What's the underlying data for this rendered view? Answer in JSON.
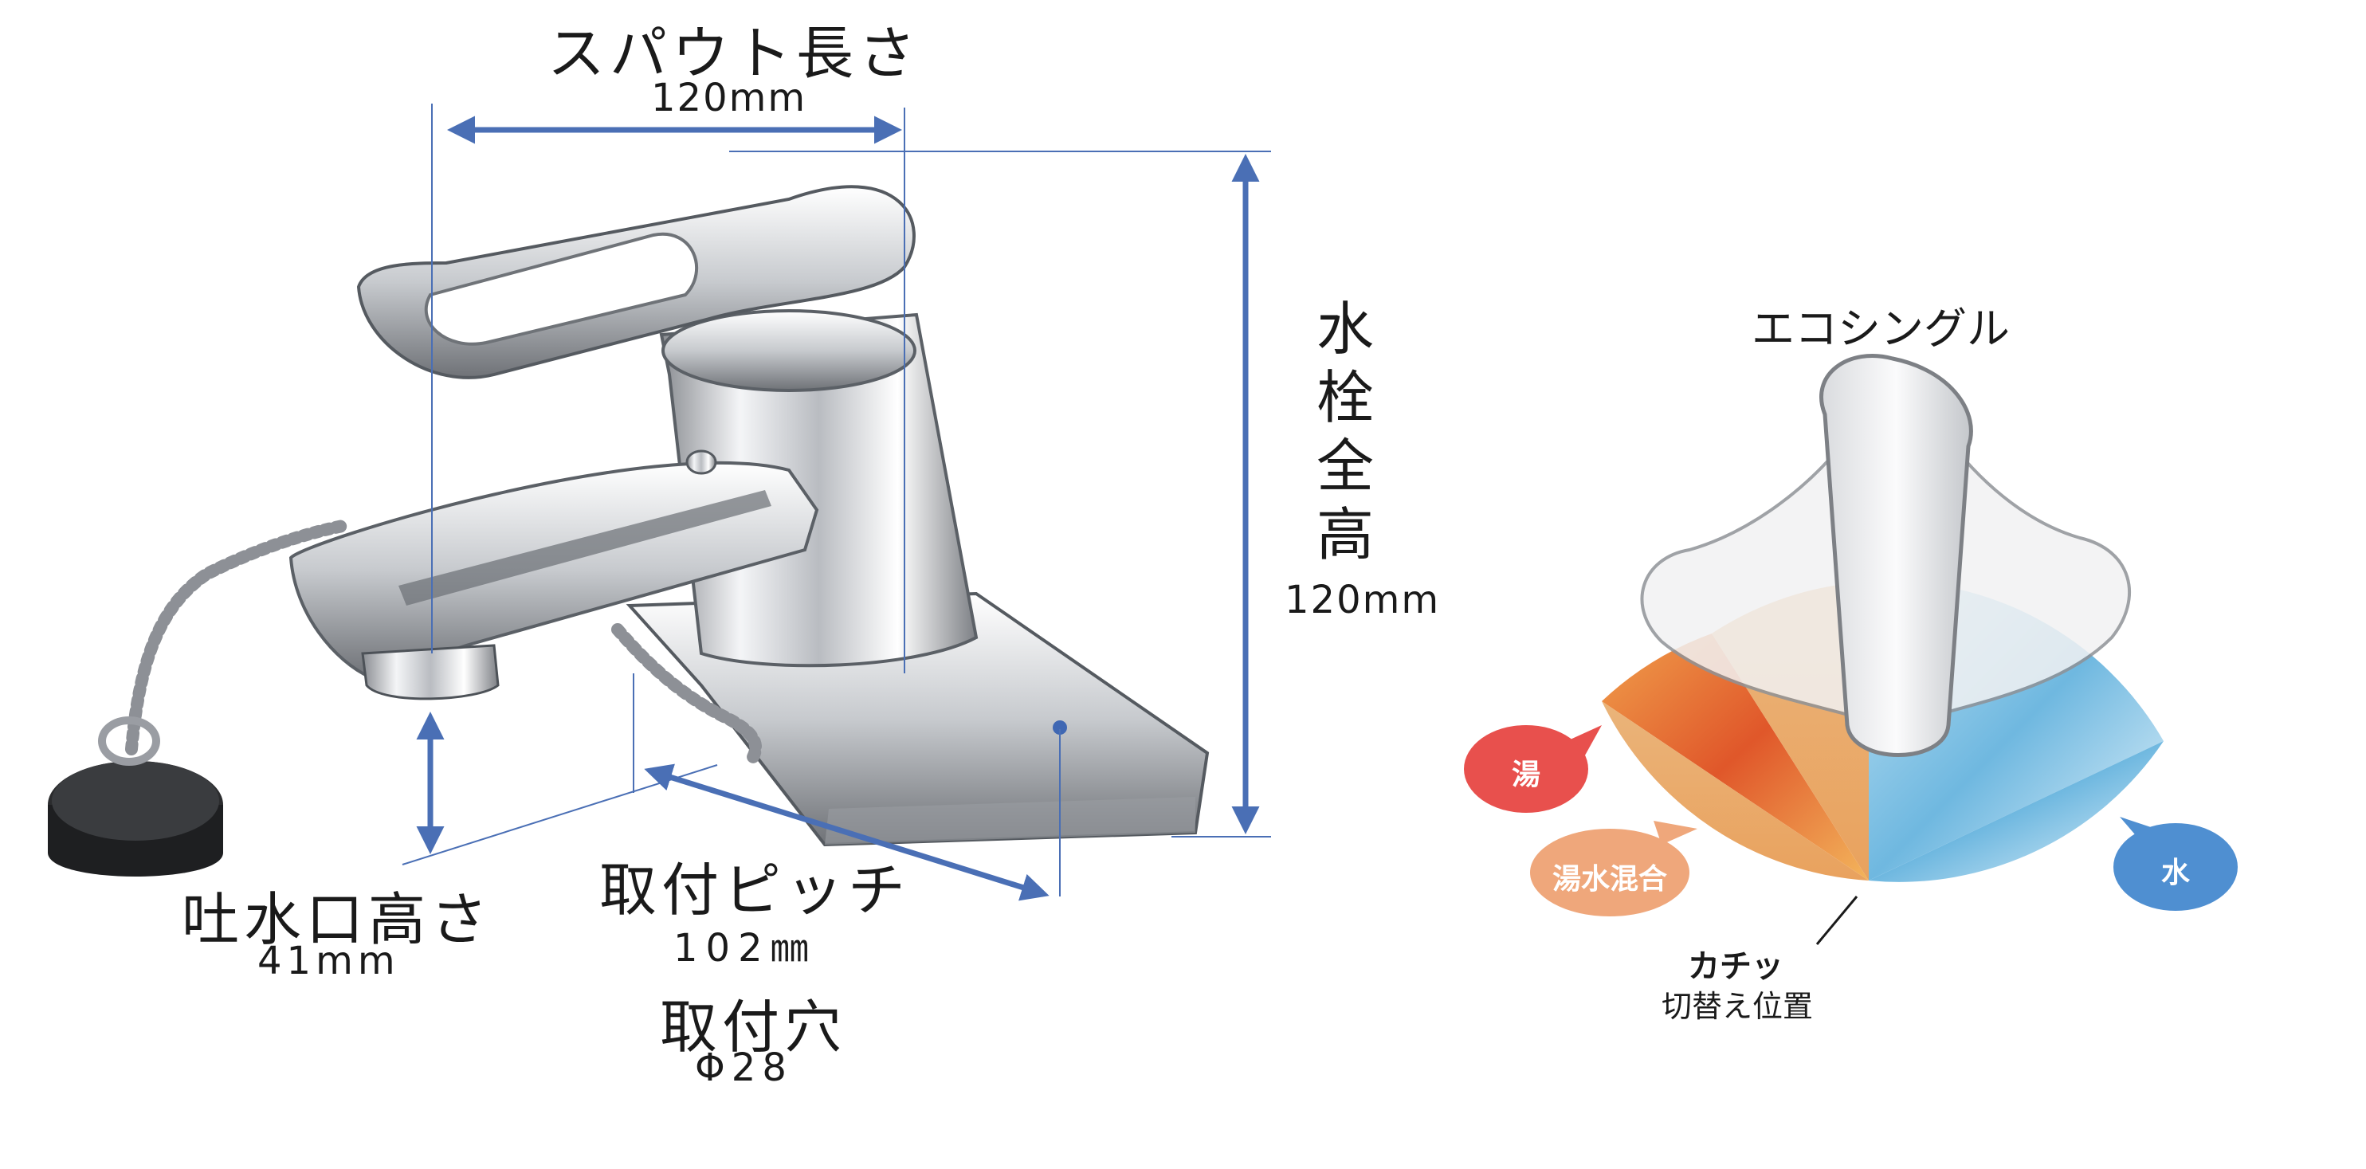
{
  "dimensions": {
    "spout_length": {
      "label": "スパウト長さ",
      "value": "120mm"
    },
    "total_height": {
      "label_chars": [
        "水",
        "栓",
        "全",
        "高"
      ],
      "value": "120mm"
    },
    "outlet_height": {
      "label": "吐水口高さ",
      "value": "41mm"
    },
    "mounting_pitch": {
      "label": "取付ピッチ",
      "value": "102㎜"
    },
    "mounting_hole": {
      "label": "取付穴",
      "value": "Φ28"
    }
  },
  "eco_single": {
    "title": "エコシングル",
    "zones": {
      "hot": "湯",
      "mixed": "湯水混合",
      "cold": "水"
    },
    "click": {
      "title": "カチッ",
      "subtitle": "切替え位置"
    }
  },
  "colors": {
    "dimension_line": "#4a6fb5",
    "hot_bubble": "#e8504d",
    "mixed_bubble": "#efa77b",
    "cold_bubble": "#4f8fd1"
  },
  "icons": [
    "arrow-double-icon",
    "speech-bubble-icon"
  ]
}
